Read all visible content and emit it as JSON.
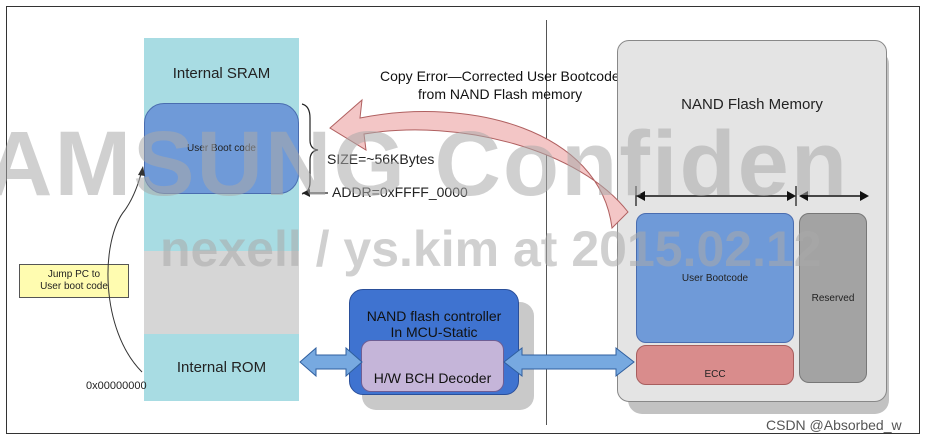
{
  "colors": {
    "sram": "#a8dce3",
    "boot_code": "#6f9ad8",
    "rom_gap": "#d6d6d6",
    "controller": "#3f73d0",
    "decoder": "#c5b5d9",
    "nand_panel": "#e4e4e4",
    "reserved": "#a3a3a3",
    "ecc": "#d98c8c",
    "curved_arrow": "#f3c6c6",
    "bus_arrow": "#77a9e0",
    "note": "#fffcb0"
  },
  "sram": {
    "title": "Internal SRAM",
    "boot_code": "User Boot code",
    "size": "SIZE=~56KBytes",
    "addr": "ADDR=0xFFFF_0000"
  },
  "rom": {
    "title": "Internal ROM",
    "address": "0x00000000"
  },
  "jump_note": {
    "line1": "Jump PC to",
    "line2": "User boot code"
  },
  "copy_label": {
    "line1": "Copy Error—Corrected User Bootcode",
    "line2": "from NAND Flash memory"
  },
  "controller": {
    "line1": "NAND flash controller",
    "line2": "In MCU-Static",
    "decoder": "H/W BCH Decoder"
  },
  "nand": {
    "title": "NAND Flash Memory",
    "user_bootcode": "User Bootcode",
    "reserved": "Reserved",
    "ecc": "ECC"
  },
  "watermark": {
    "line1": "AMSUNG Confiden",
    "line2": "nexell / ys.kim at 2015.02.12"
  },
  "credit": "CSDN @Absorbed_w"
}
